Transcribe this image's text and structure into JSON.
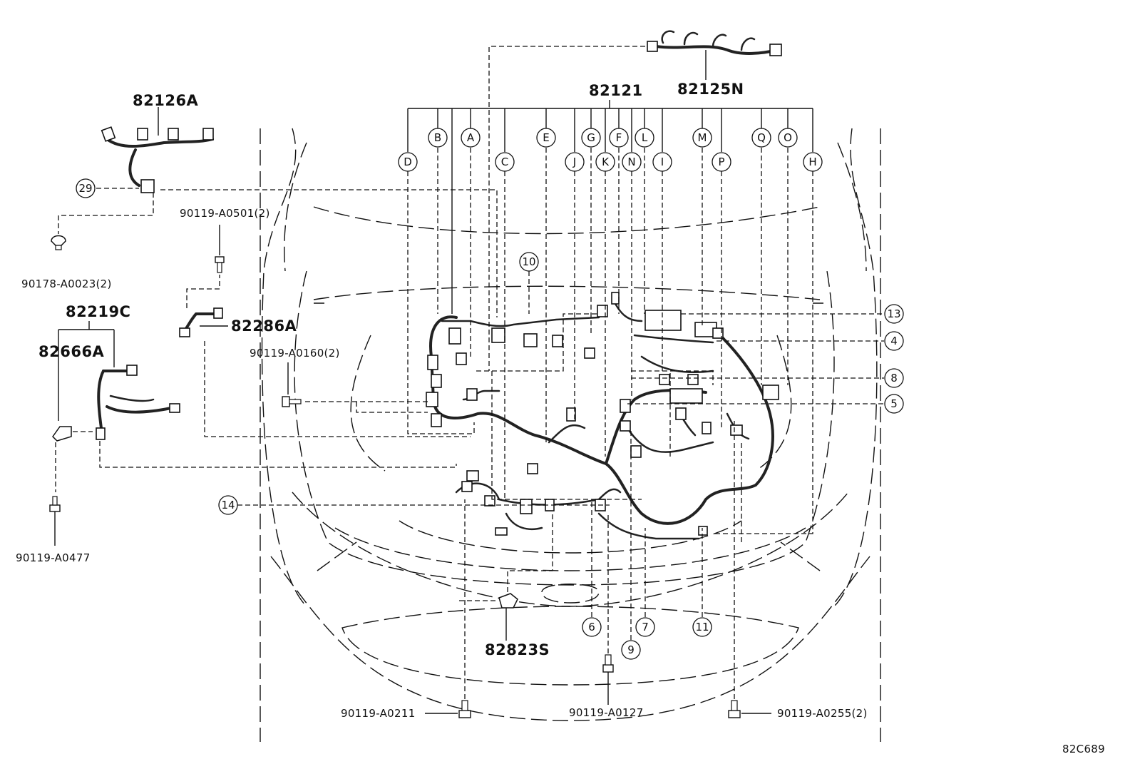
{
  "diagram_code": "82C689",
  "parts": {
    "p82126A": "82126A",
    "p82121": "82121",
    "p82125N": "82125N",
    "p82219C": "82219C",
    "p82666A": "82666A",
    "p82286A": "82286A",
    "p82823S": "82823S",
    "p90119_A0501": "90119-A0501(2)",
    "p90178_A0023": "90178-A0023(2)",
    "p90119_A0160": "90119-A0160(2)",
    "p90119_A0477": "90119-A0477",
    "p90119_A0211": "90119-A0211",
    "p90119_A0127": "90119-A0127",
    "p90119_A0255": "90119-A0255(2)"
  },
  "callouts": {
    "c4": "4",
    "c5": "5",
    "c6": "6",
    "c7": "7",
    "c8": "8",
    "c9": "9",
    "c10": "10",
    "c11": "11",
    "c13": "13",
    "c14": "14",
    "c29": "29"
  },
  "letters": {
    "A": "A",
    "B": "B",
    "C": "C",
    "D": "D",
    "E": "E",
    "F": "F",
    "G": "G",
    "H": "H",
    "I": "I",
    "J": "J",
    "K": "K",
    "L": "L",
    "M": "M",
    "N": "N",
    "O": "O",
    "P": "P",
    "Q": "Q"
  }
}
